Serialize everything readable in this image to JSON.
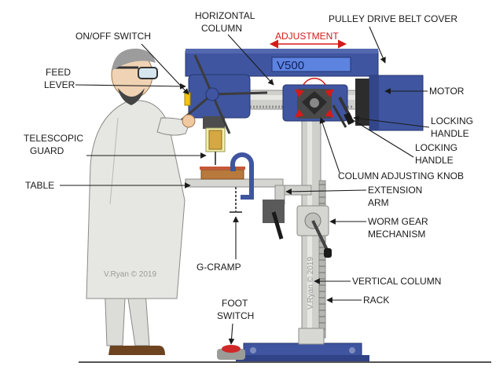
{
  "labels": {
    "horizontal_column": [
      "HORIZONTAL",
      "COLUMN"
    ],
    "pulley_cover": "PULLEY DRIVE BELT COVER",
    "on_off_switch": "ON/OFF SWITCH",
    "adjustment": "ADJUSTMENT",
    "display": "V500",
    "feed_lever": [
      "FEED",
      "LEVER"
    ],
    "motor": "MOTOR",
    "locking_handle_1": [
      "LOCKING",
      "HANDLE"
    ],
    "telescopic_guard": [
      "TELESCOPIC",
      "GUARD"
    ],
    "locking_handle_2": [
      "LOCKING",
      "HANDLE"
    ],
    "column_adjusting_knob": "COLUMN ADJUSTING KNOB",
    "table": "TABLE",
    "extension_arm": [
      "EXTENSION",
      "ARM"
    ],
    "worm_gear": [
      "WORM GEAR",
      "MECHANISM"
    ],
    "g_cramp": "G-CRAMP",
    "vertical_column": "VERTICAL COLUMN",
    "rack": "RACK",
    "foot_switch": [
      "FOOT",
      "SWITCH"
    ]
  },
  "watermarks": {
    "left": "V.Ryan © 2019",
    "column": "V.Ryan © 2019"
  },
  "colors": {
    "machine_blue": "#3f55a0",
    "machine_dark": "#26356e",
    "column_grey": "#cfd0cc",
    "coat": "#e6e6e2",
    "arrow_red": "#d51a1a"
  }
}
